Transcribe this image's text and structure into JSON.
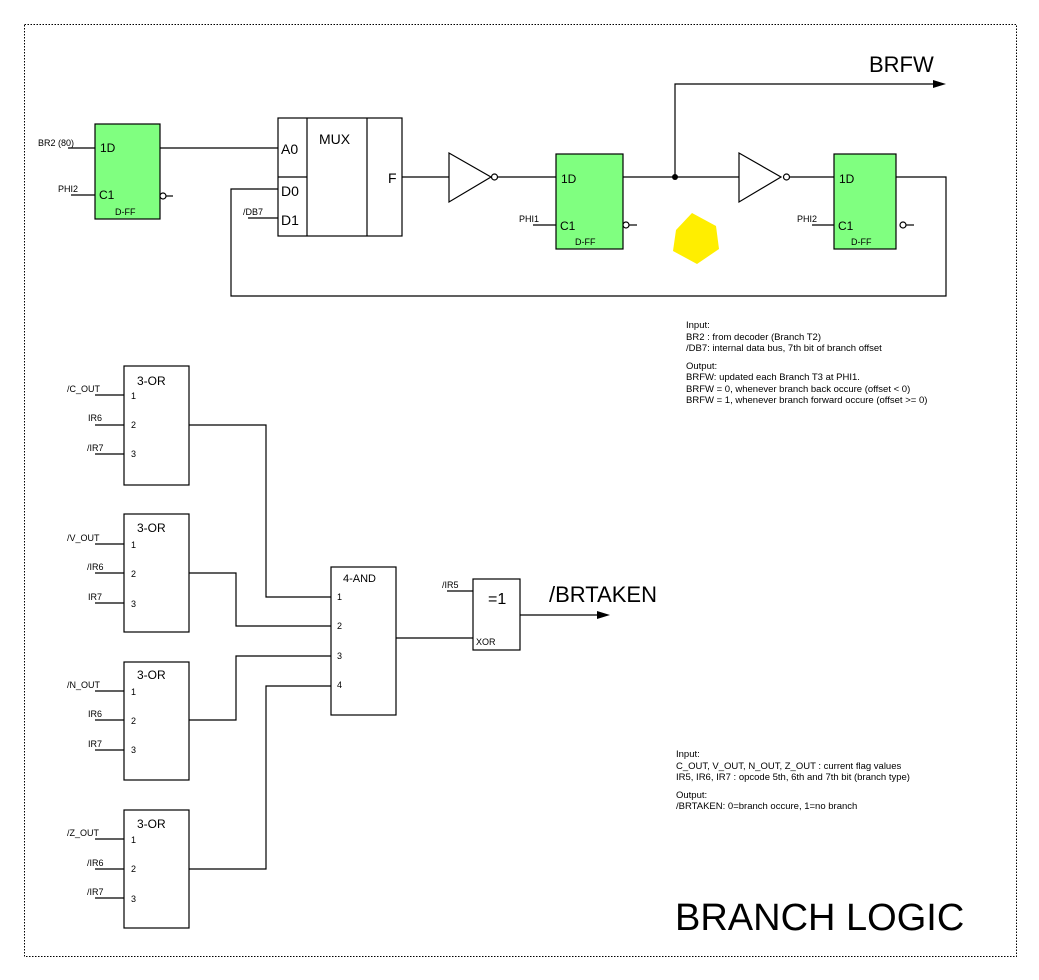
{
  "title": "BRANCH LOGIC",
  "colors": {
    "flipflop_fill": "#80ff80",
    "marker_fill": "#ffee00",
    "line": "#000000"
  },
  "top_circuit": {
    "ff1": {
      "d_label": "1D",
      "c_label": "C1",
      "type": "D-FF",
      "d_input": "BR2 (80)",
      "c_input": "PHI2"
    },
    "mux": {
      "title": "MUX",
      "sel": "A0",
      "d0": "D0",
      "d1": "D1",
      "out": "F",
      "d1_input": "/DB7"
    },
    "ff2": {
      "d_label": "1D",
      "c_label": "C1",
      "type": "D-FF",
      "c_input": "PHI1"
    },
    "ff3": {
      "d_label": "1D",
      "c_label": "C1",
      "type": "D-FF",
      "c_input": "PHI2"
    },
    "output": "BRFW",
    "notes": [
      "Input:",
      "BR2 : from decoder (Branch T2)",
      "/DB7: internal data bus, 7th bit of branch offset",
      "",
      "Output:",
      "BRFW: updated each Branch T3 at PHI1.",
      "BRFW = 0, whenever branch back occure (offset < 0)",
      "BRFW = 1, whenever branch forward occure (offset >= 0)"
    ]
  },
  "bottom_circuit": {
    "or_gates": [
      {
        "title": "3-OR",
        "inputs": [
          "/C_OUT",
          "IR6",
          "/IR7"
        ],
        "pins": [
          "1",
          "2",
          "3"
        ]
      },
      {
        "title": "3-OR",
        "inputs": [
          "/V_OUT",
          "/IR6",
          "IR7"
        ],
        "pins": [
          "1",
          "2",
          "3"
        ]
      },
      {
        "title": "3-OR",
        "inputs": [
          "/N_OUT",
          "IR6",
          "IR7"
        ],
        "pins": [
          "1",
          "2",
          "3"
        ]
      },
      {
        "title": "3-OR",
        "inputs": [
          "/Z_OUT",
          "/IR6",
          "/IR7"
        ],
        "pins": [
          "1",
          "2",
          "3"
        ]
      }
    ],
    "and_gate": {
      "title": "4-AND",
      "pins": [
        "1",
        "2",
        "3",
        "4"
      ]
    },
    "xor_gate": {
      "title": "=1",
      "sub": "XOR",
      "input": "/IR5"
    },
    "output": "/BRTAKEN",
    "notes": [
      "Input:",
      "C_OUT, V_OUT, N_OUT, Z_OUT : current flag values",
      "IR5, IR6, IR7 : opcode 5th, 6th and 7th bit (branch type)",
      "",
      "Output:",
      "/BRTAKEN: 0=branch occure, 1=no branch"
    ]
  }
}
